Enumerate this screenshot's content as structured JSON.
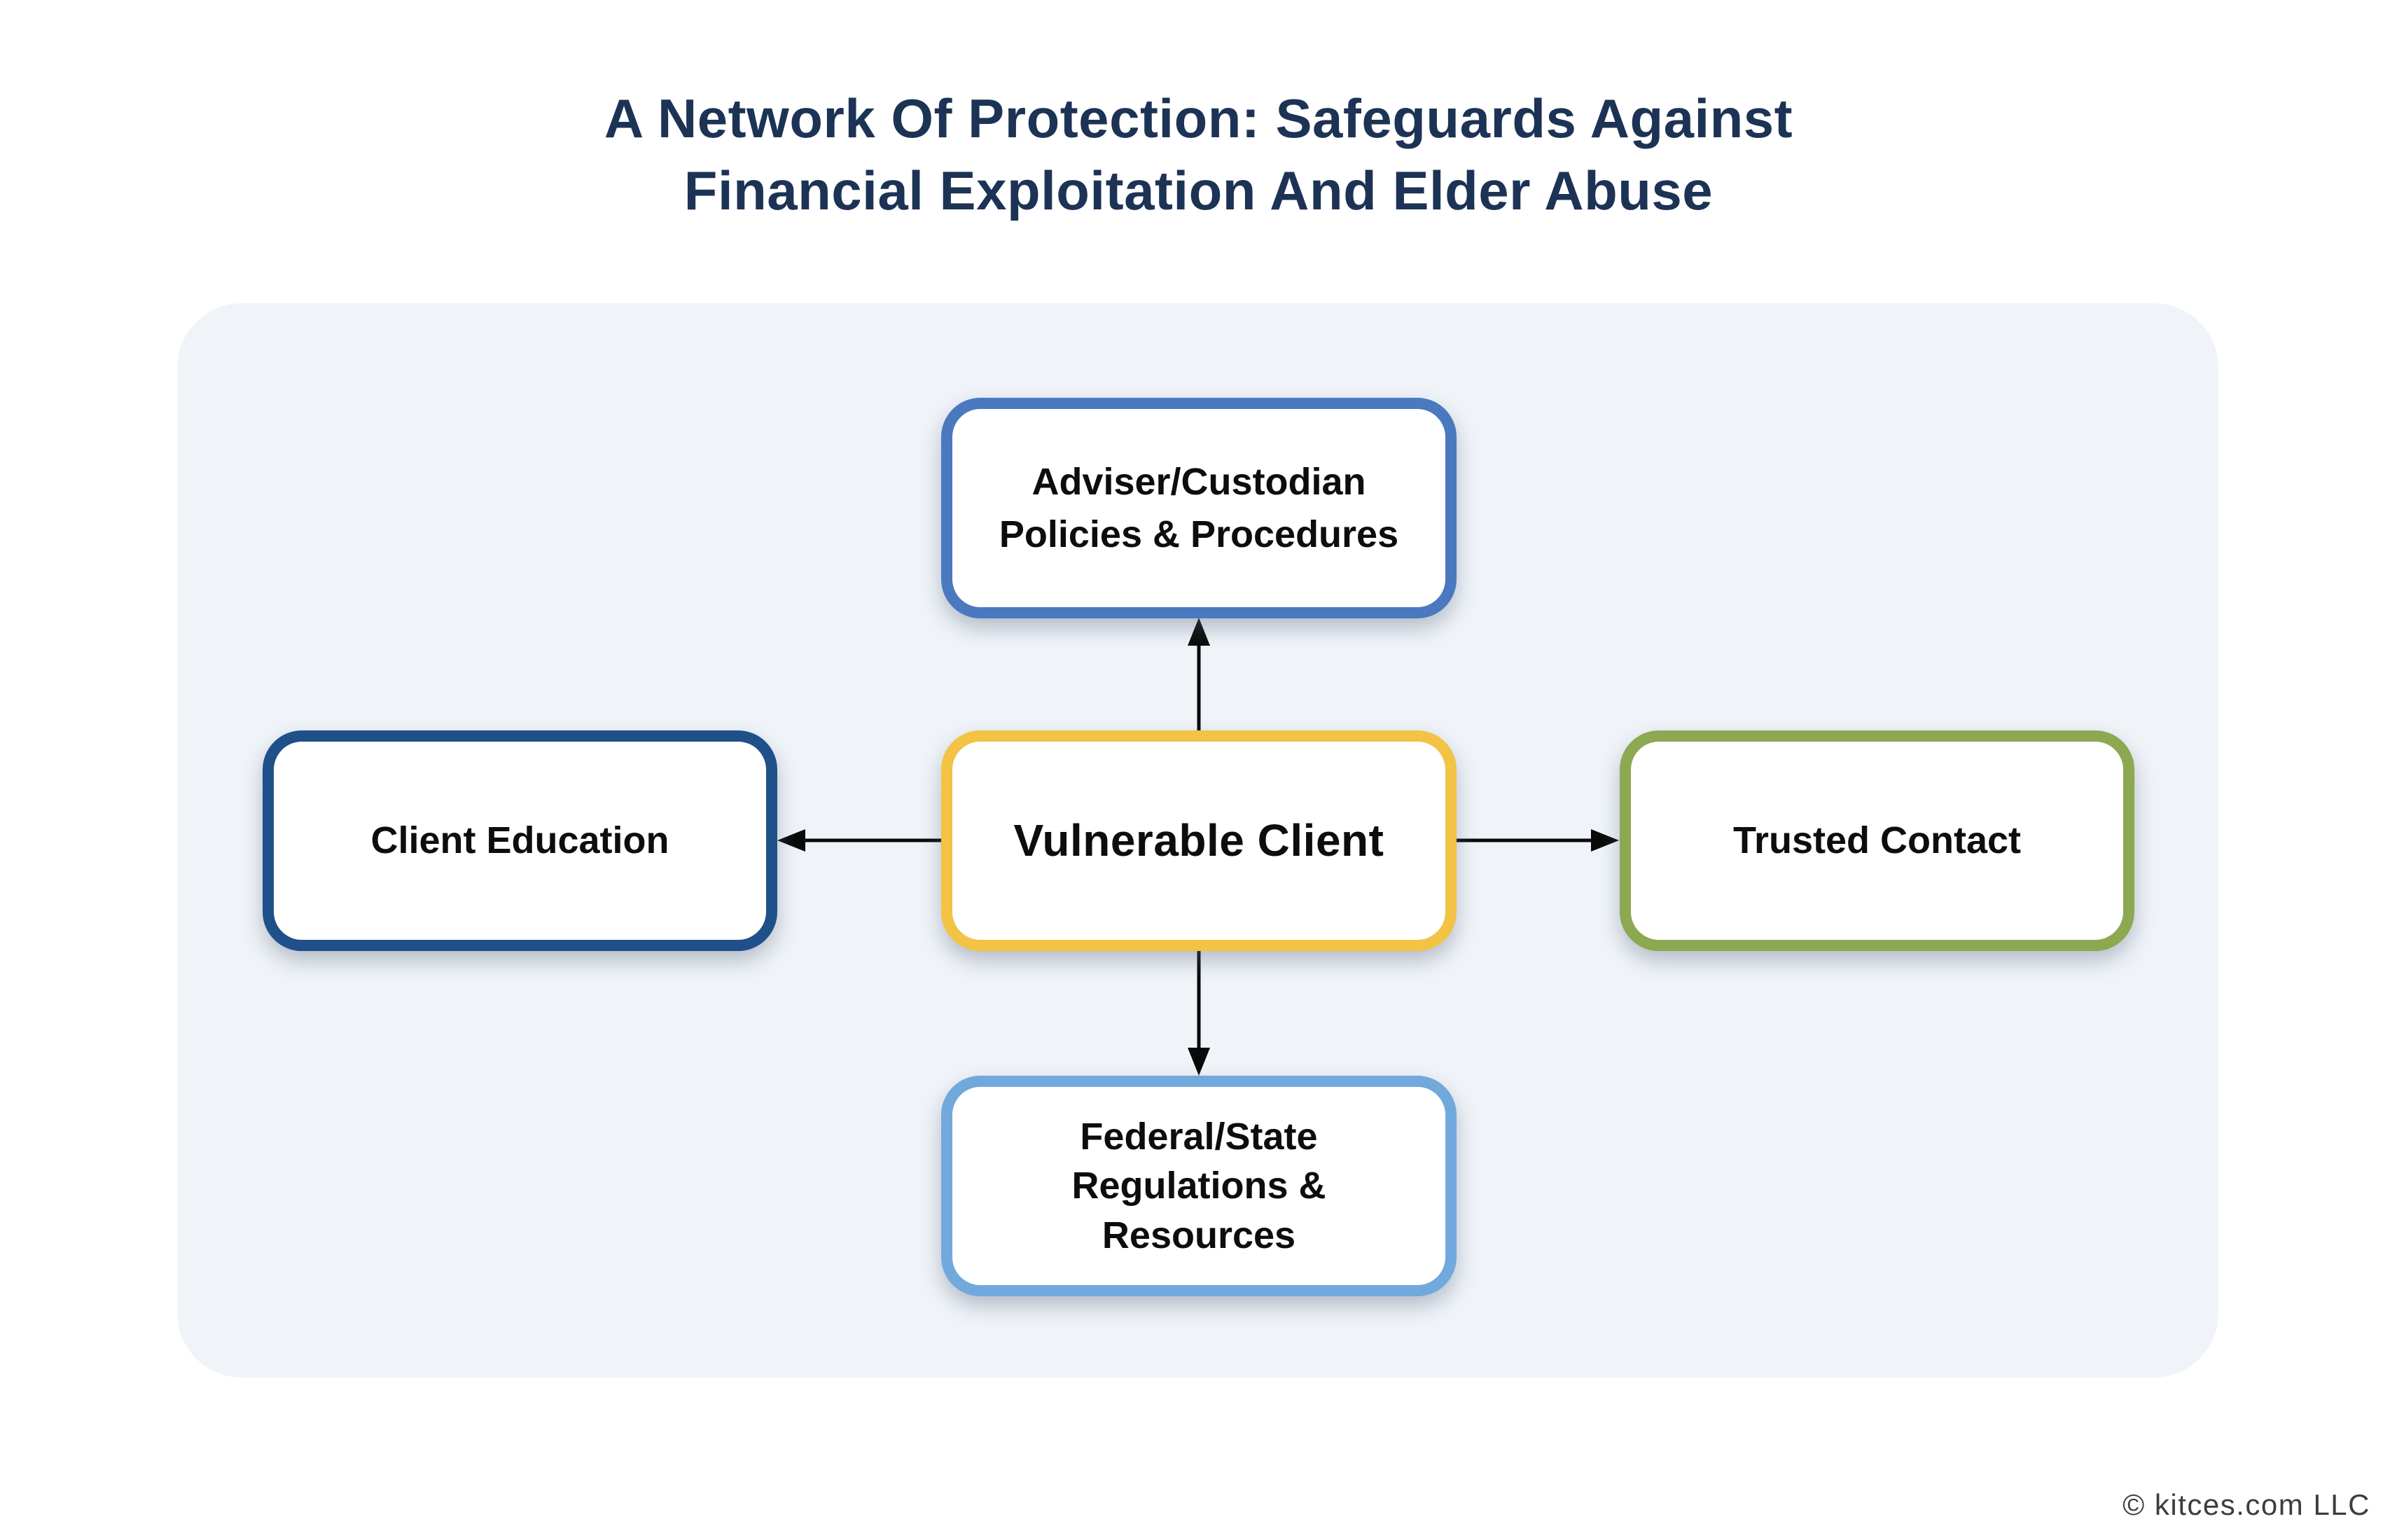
{
  "page": {
    "title_lines": [
      "A Network Of Protection: Safeguards Against",
      "Financial Exploitation And Elder Abuse"
    ],
    "copyright": "© kitces.com LLC"
  },
  "diagram": {
    "boxes": {
      "top": {
        "lines": [
          "Adviser/Custodian",
          "Policies & Procedures"
        ],
        "border_color": "#4A79BF"
      },
      "left": {
        "lines": [
          "Client Education"
        ],
        "border_color": "#20508A"
      },
      "center": {
        "lines": [
          "Vulnerable Client"
        ],
        "border_color": "#F2C344"
      },
      "right": {
        "lines": [
          "Trusted Contact"
        ],
        "border_color": "#8CA851"
      },
      "bottom": {
        "lines": [
          "Federal/State",
          "Regulations &",
          "Resources"
        ],
        "border_color": "#72A9DC"
      }
    },
    "colors": {
      "panel_background": "#F0F4F9",
      "title": "#1C3355",
      "box_text": "#0D0D0D",
      "arrow": "#0A0A0A",
      "copyright_text": "#3D3D3D"
    }
  }
}
